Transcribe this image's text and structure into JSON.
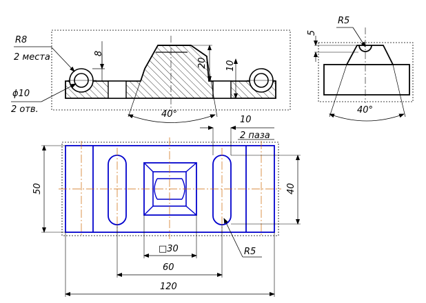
{
  "labels": {
    "r8": "R8",
    "r8_note": "2 места",
    "phi10": "ϕ10",
    "phi10_note": "2 отв.",
    "dim_8": "8",
    "dim_20": "20",
    "dim_10_front": "10",
    "angle_front": "40°",
    "r5_side": "R5",
    "dim_5": "5",
    "angle_side": "40°",
    "dim_10_slot": "10",
    "slot_note": "2 паза",
    "dim_50": "50",
    "dim_40": "40",
    "square_30": "□30",
    "dim_60": "60",
    "dim_120": "120",
    "r5_top": "R5"
  },
  "colors": {
    "outline": "#000000",
    "plan_outline": "#0000cc",
    "axis": "#cc6600",
    "hatch": "#000000"
  }
}
